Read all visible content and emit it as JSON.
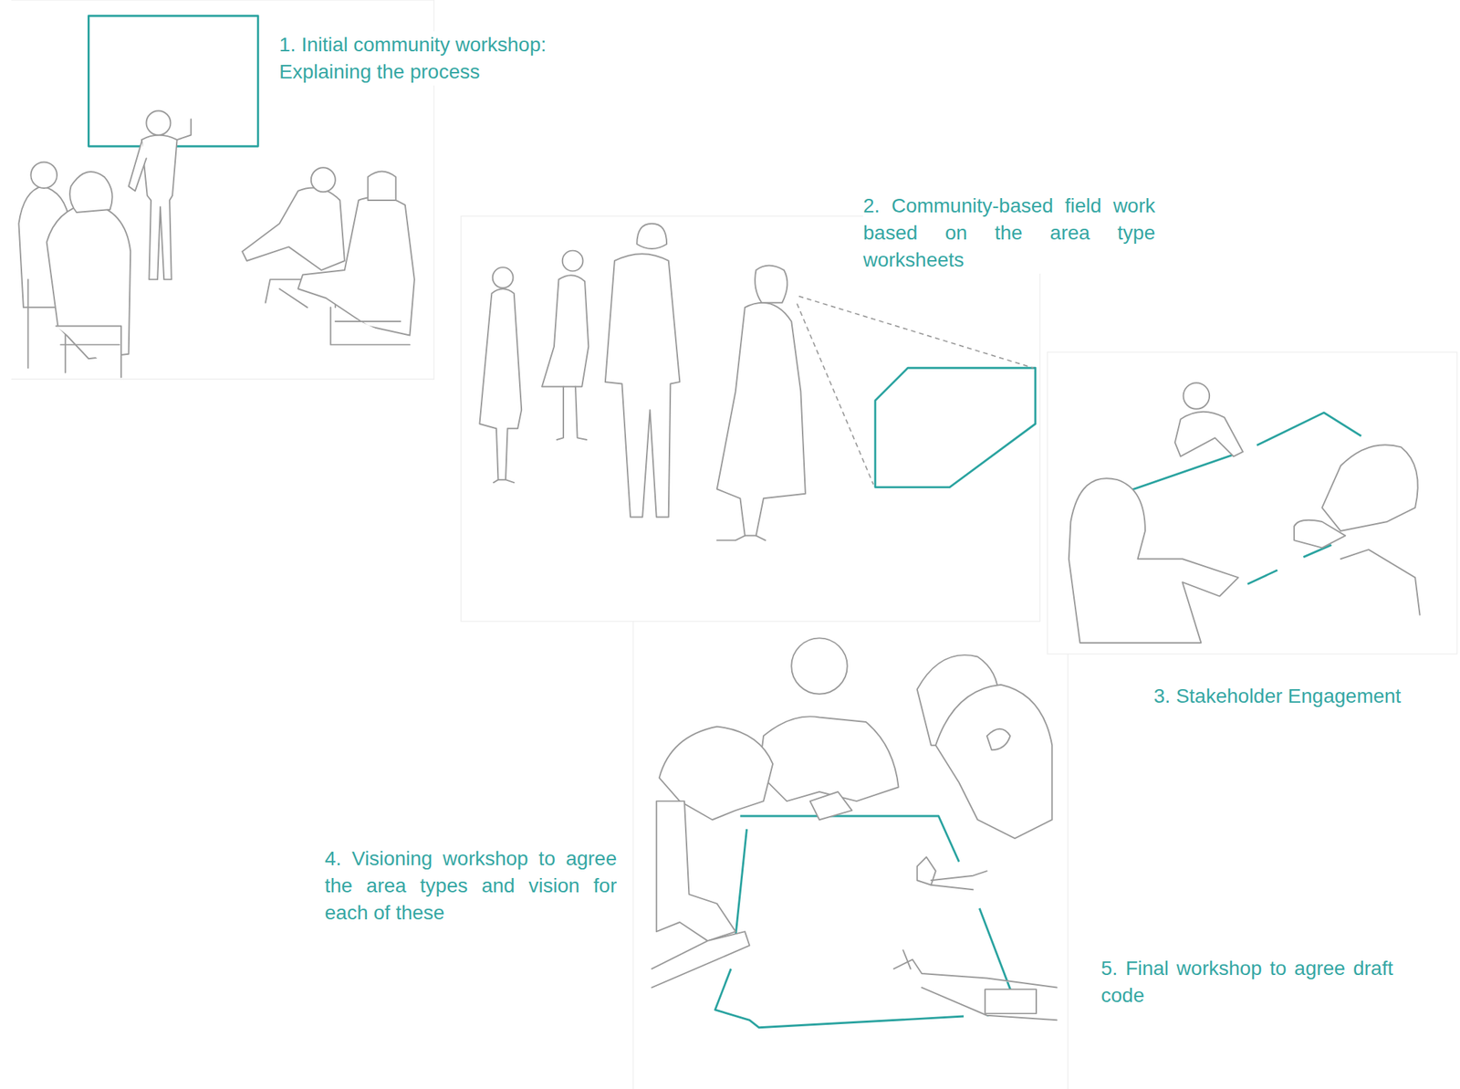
{
  "diagram": {
    "labels": [
      "1. Initial community workshop: Explaining the process",
      "2. Community-based field work based on the area type worksheets",
      "3. Stakeholder Engagement",
      "4. Visioning workshop to agree the area types and vision for each of these",
      "5. Final workshop to agree draft code"
    ]
  }
}
